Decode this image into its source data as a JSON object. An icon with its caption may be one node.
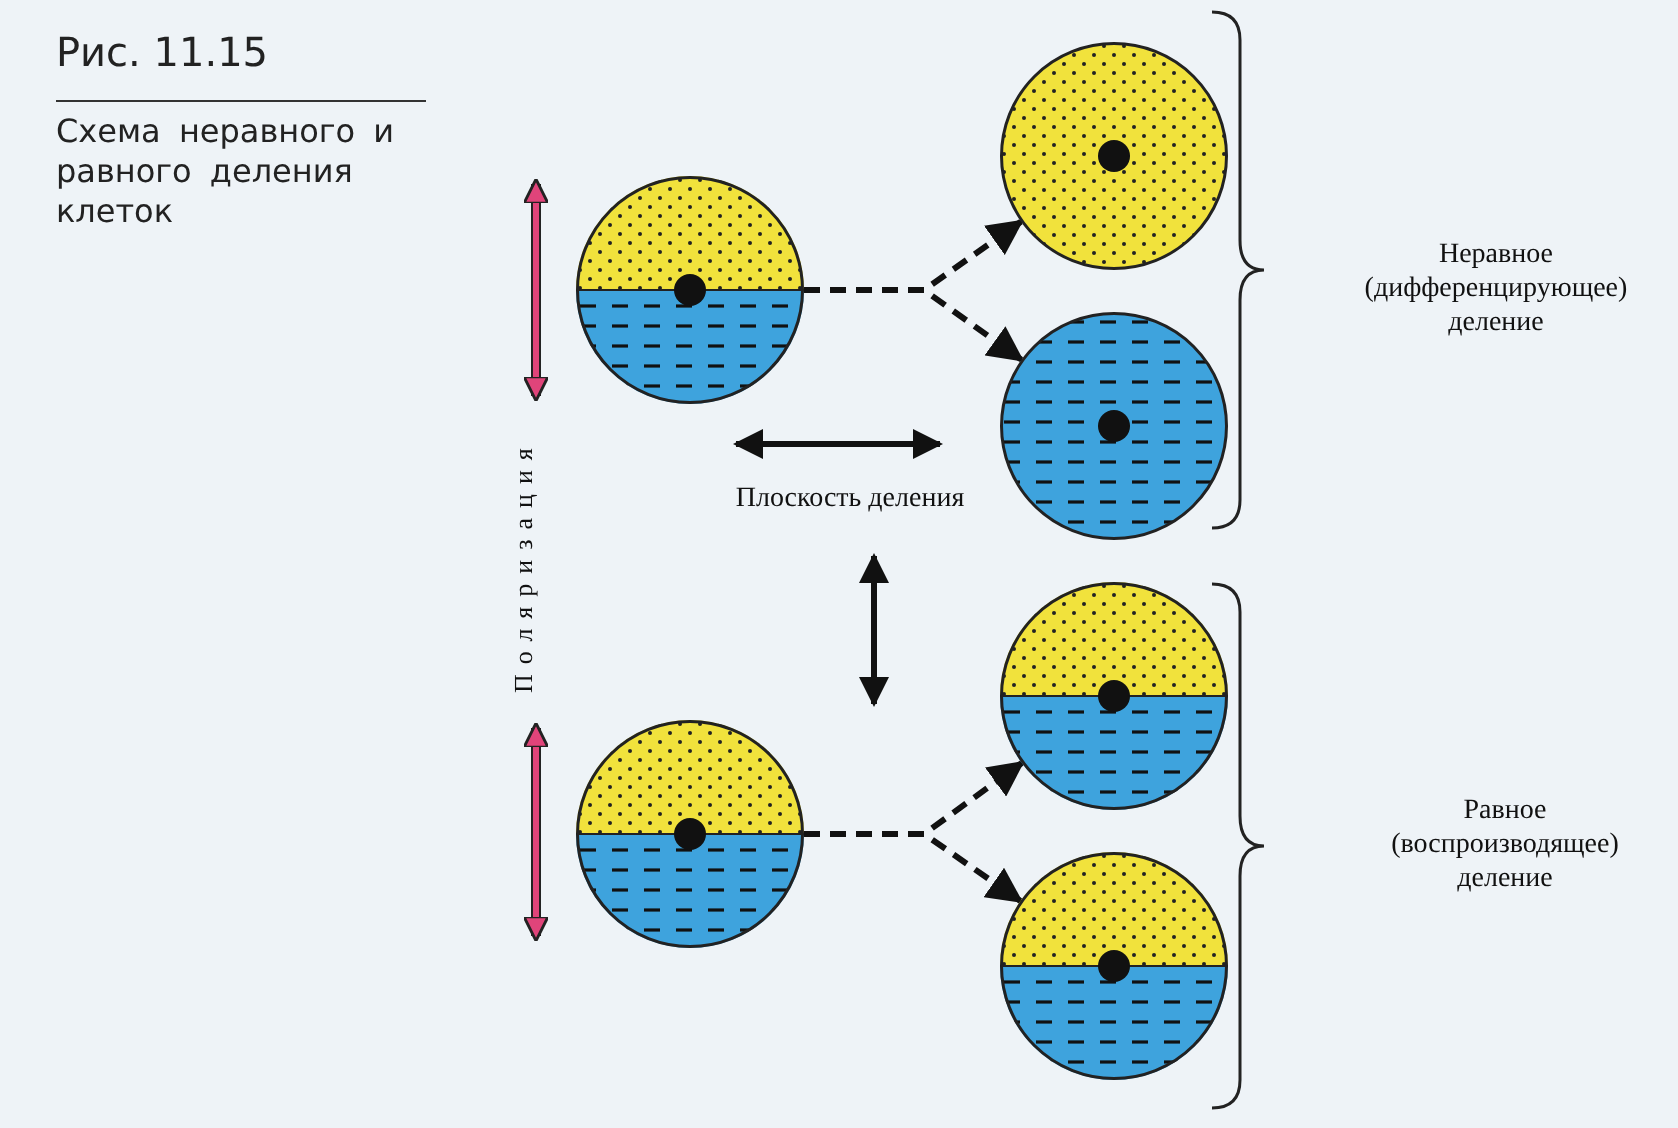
{
  "diagram": {
    "title": "Рис. 11.15",
    "caption": "Схема неравного и равного деления клеток",
    "nodes": [
      {
        "text": [],
        "shape": "circle"
      },
      {
        "text": [],
        "shape": "circle"
      },
      {
        "text": [],
        "shape": "circle"
      },
      {
        "text": [],
        "shape": "circle"
      },
      {
        "text": [],
        "shape": "circle"
      },
      {
        "text": [],
        "shape": "circle"
      }
    ],
    "edges": [
      {
        "from": 0,
        "to": 1,
        "arrow": "to",
        "style": "dashed"
      },
      {
        "from": 0,
        "to": 2,
        "arrow": "to",
        "style": "dashed"
      },
      {
        "from": 3,
        "to": 4,
        "arrow": "to",
        "style": "dashed"
      },
      {
        "from": 3,
        "to": 5,
        "arrow": "to",
        "style": "dashed"
      }
    ],
    "labels": [
      "Поляризация",
      "Плоскость деления",
      "Неравное (дифференцирующее) деление",
      "Равное (воспроизводящее) деление"
    ]
  }
}
